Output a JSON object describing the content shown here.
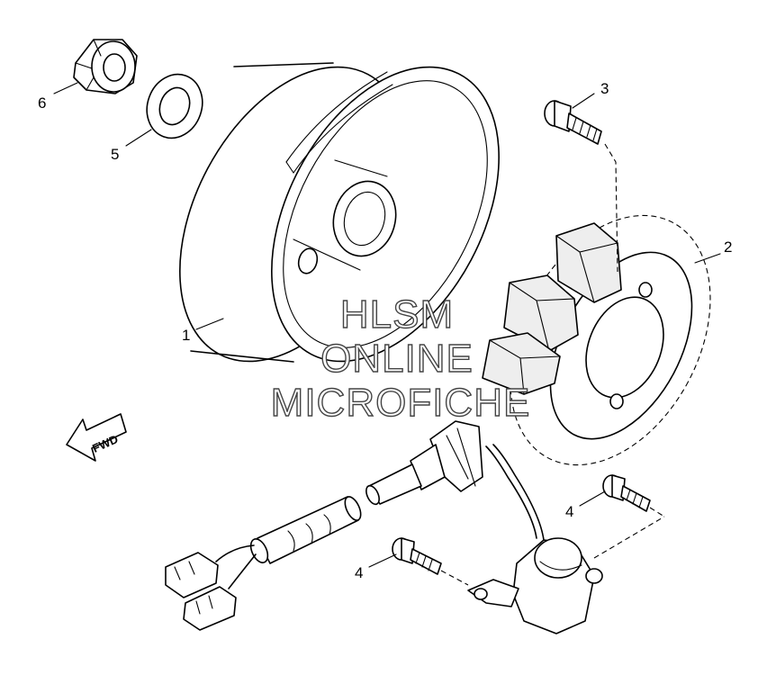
{
  "callouts": [
    {
      "id": "flywheel",
      "label": "1"
    },
    {
      "id": "stator",
      "label": "2"
    },
    {
      "id": "screw-top",
      "label": "3"
    },
    {
      "id": "screw-right",
      "label": "4"
    },
    {
      "id": "screw-left",
      "label": "4"
    },
    {
      "id": "washer",
      "label": "5"
    },
    {
      "id": "nut",
      "label": "6"
    }
  ],
  "direction_marker": "FWD",
  "watermark": [
    "HLSM",
    "ONLINE",
    "MICROFICHE"
  ],
  "icons": [
    "fwd-arrow-icon"
  ],
  "colors": {
    "line": "#000000",
    "background": "#ffffff"
  }
}
